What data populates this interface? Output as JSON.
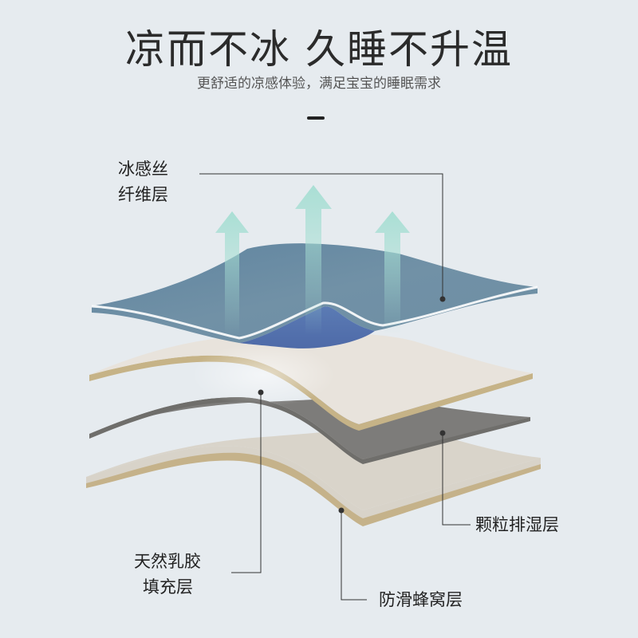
{
  "header": {
    "title": "凉而不冰 久睡不升温",
    "subtitle": "更舒适的凉感体验，满足宝宝的睡眠需求"
  },
  "layers": [
    {
      "line1": "冰感丝",
      "line2": "纤维层",
      "color": "#6a8aa0"
    },
    {
      "line1": "天然乳胶",
      "line2": "填充层",
      "color": "#e8e3dc"
    },
    {
      "line1": "颗粒排湿层",
      "color": "#7d7c7a"
    },
    {
      "line1": "防滑蜂窝层",
      "color": "#d8d3c9"
    }
  ],
  "colors": {
    "background": "#e6ebef",
    "arrow": "#9fd9cf",
    "leader_line": "#333333",
    "gold_edge": "#c6b387"
  }
}
